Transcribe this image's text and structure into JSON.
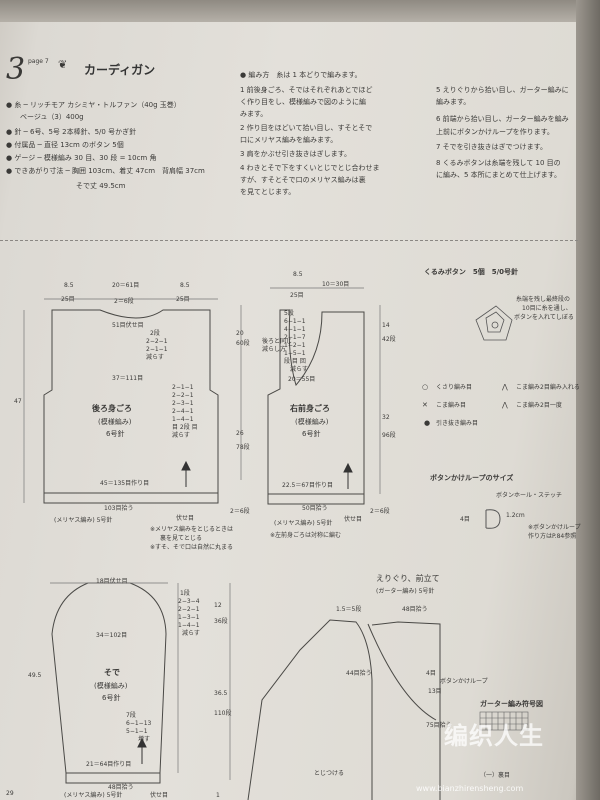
{
  "header": {
    "num": "3",
    "page": "page 7",
    "title": "カーディガン"
  },
  "materials": [
    "● 糸 ─ リッチモア カシミヤ・トルファン（40g 玉巻）",
    "　　ベージュ（3）400g",
    "● 針 ─ 6号、5号 2本棒針、5/0 号かぎ針",
    "● 付属品 ─ 直径 13cm のボタン 5個",
    "● ゲージ ─ 模様編み 30 目、30 段 = 10cm 角",
    "● できあがり寸法 ─ 胸囲 103cm、着丈 47cm　背肩幅 37cm",
    "　　　　　　　　　　そで丈 49.5cm"
  ],
  "instructions_col1": [
    "● 編み方　糸は 1 本どりで編みます。",
    "1 前後身ごろ、そではそれぞれあとでほど",
    "く作り目をし、模様編みで図のように編",
    "みます。",
    "2 作り目をほどいて拾い目し、すそとそで",
    "口にメリヤス編みを編みます。",
    "3 肩をかぶせ引き抜きはぎします。",
    "4 わきとそで下をすくいとじでとじ合わせま",
    "すが、すそとそで口のメリヤス編みは裏",
    "を見てとじます。"
  ],
  "instructions_col2": [
    "5 えりぐりから拾い目し、ガーター編みに",
    "編みます。",
    "6 前端から拾い目し、ガーター編みを編み",
    "上前にボタンかけループを作ります。",
    "7 そでを引き抜きはぎでつけます。",
    "8 くるみボタンは糸端を残して 10 目の",
    "に編み、5 本所にまとめて仕上げます。"
  ],
  "back": {
    "title": "後ろ身ごろ",
    "pattern": "(模様編み)",
    "needle": "6号針",
    "top_widths": [
      "8.5",
      "20＝61目",
      "8.5"
    ],
    "top_counts": [
      "25目",
      "2＝6段",
      "25目"
    ],
    "neck": "51目伏せ目",
    "neck_dec": [
      "2段",
      "2−2−1",
      "2−1−1",
      "減らす"
    ],
    "width": "37＝111目",
    "arm_dec": [
      "2−1−1",
      "2−2−1",
      "2−3−1",
      "2−4−1",
      "1−4−1",
      "目 2段 目",
      "減らす"
    ],
    "height": "47",
    "hem": "45＝135目作り目",
    "hem_pick": "103目拾う",
    "rib_label": "(メリヤス編み) 5号針",
    "bind": "伏せ目",
    "notes": [
      "※メリヤス編みをとじるときは",
      "裏を見てとじる",
      "※すそ、そで口は自然に丸まる"
    ],
    "hem_h": "2＝6段"
  },
  "front": {
    "title": "右前身ごろ",
    "pattern": "(模様編み)",
    "needle": "6号針",
    "top_widths": [
      "8.5",
      "10＝30目"
    ],
    "top_counts": [
      "25目"
    ],
    "neck_dec": [
      "5段",
      "6−1−1",
      "4−1−1",
      "2−1−7",
      "1−2−1",
      "1−5−1",
      "段 目 回",
      "減らす"
    ],
    "neck_label": [
      "後ろと同じ",
      "減らし方"
    ],
    "width": "20＝55目",
    "h_top": [
      "20",
      "60段"
    ],
    "h_mid": [
      "26",
      "78段"
    ],
    "h_right_top": [
      "14",
      "42段"
    ],
    "h_right_bottom": [
      "32",
      "96段"
    ],
    "hem": "22.5＝67目作り目",
    "hem_pick": "50目拾う",
    "bind": "伏せ目",
    "rib_label": "(メリヤス編み) 5号針",
    "note": "※左前身ごろは対称に編む",
    "hem_h": "2＝6段"
  },
  "button": {
    "title": "くるみボタン　5個　5/0号針",
    "note": [
      "糸端を残し最終段の",
      "10目に糸を通し、",
      "ボタンを入れてしぼる"
    ]
  },
  "legend": [
    {
      "sym": "○",
      "label": "くさり編み目"
    },
    {
      "sym": "✕",
      "label": "こま編み目"
    },
    {
      "sym": "●",
      "label": "引き抜き編み目"
    },
    {
      "sym": "⋀",
      "label": "こま編み2目編み入れる"
    },
    {
      "sym": "⋀",
      "label": "こま編み2目一度"
    }
  ],
  "loop": {
    "title": "ボタンかけループのサイズ",
    "label": "ボタンホール・ステッチ",
    "w": "4目",
    "size": "1.2cm",
    "note": [
      "※ボタンかけループ",
      "作り方はP.84参照"
    ]
  },
  "sleeve": {
    "title": "そで",
    "pattern": "(模様編み)",
    "needle": "6号針",
    "cap": "18目伏せ目",
    "cap_dec": [
      "1段",
      "2−3−4",
      "2−2−1",
      "1−3−1",
      "1−4−1",
      "減らす"
    ],
    "width": "34＝102目",
    "cap_h": [
      "12",
      "36段"
    ],
    "height": "49.5",
    "body_h": [
      "36.5",
      "110段"
    ],
    "inc": [
      "7段",
      "6−1−13",
      "5−1−1",
      "増す"
    ],
    "hem": "21＝64目作り目",
    "hem_pick": "48目拾う",
    "rib_label": "(メリヤス編み) 5号針",
    "bind": "伏せ目",
    "hem_h": "1"
  },
  "neck": {
    "title": [
      "えりぐり、前立て",
      "(ガーター編み) 5号針"
    ],
    "w_top": "1.5＝5段",
    "pick_neck": "48目拾う",
    "pick_side": "44目拾う",
    "pick_front": "75目拾う",
    "loop_label": "ボタンかけループ",
    "loop_sp": "13目",
    "loop_top": "4目",
    "join": "とじつける",
    "chart_title": "ガーター編み符号図",
    "chart_label": "（一）裏目"
  },
  "footer": {
    "page_no": "29",
    "watermark": "编织人生",
    "url": "www.bianzhirensheng.com"
  }
}
